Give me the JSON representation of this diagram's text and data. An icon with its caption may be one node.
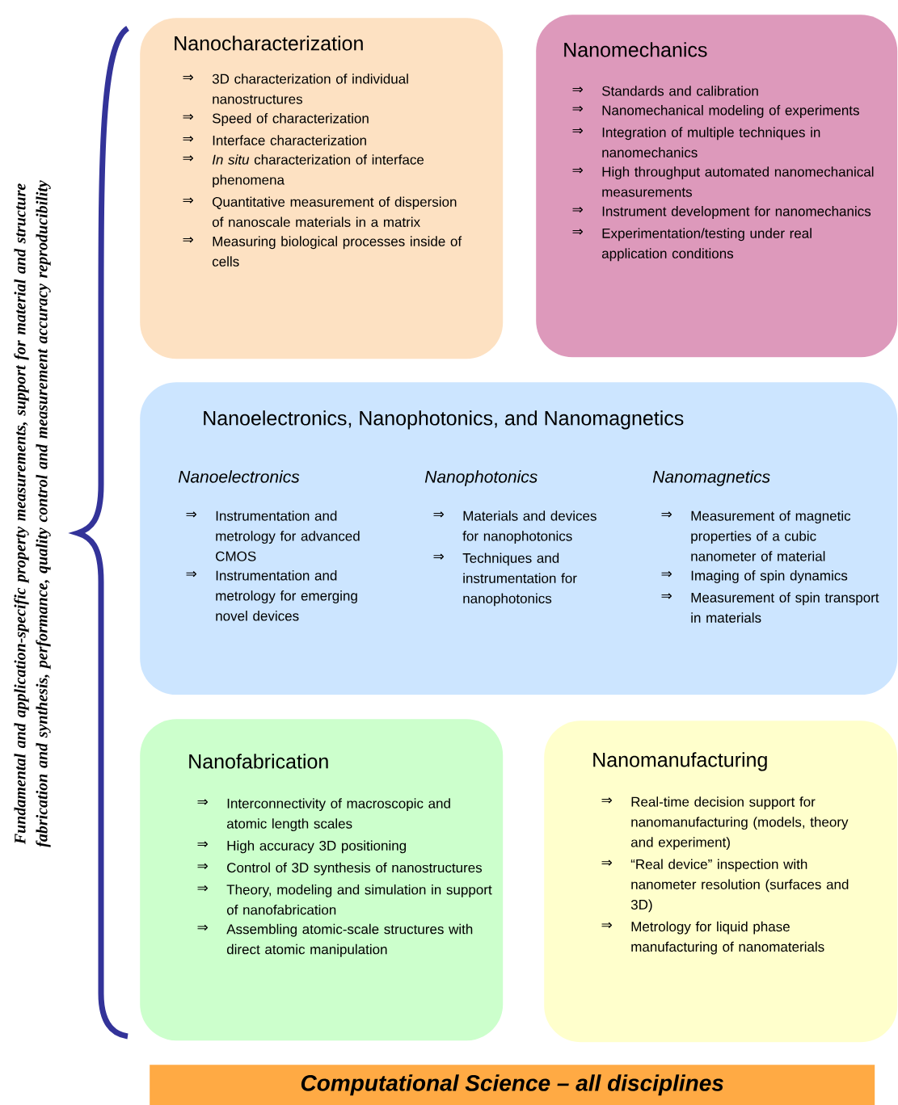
{
  "diagram": {
    "nodes": [
      {
        "text": [
          "Nanocharacterization",
          "⇒",
          "3D characterization of individual nanostructures",
          "⇒",
          "Speed of characterization",
          "⇒",
          "Interface characterization",
          "⇒",
          "*In situ* characterization of interface phenomena",
          "⇒",
          "Quantitative measurement of dispersion of nanoscale materials in a matrix",
          "⇒",
          "Measuring biological processes inside of cells"
        ]
      },
      {
        "text": [
          "Nanomechanics",
          "⇒",
          "Standards and calibration",
          "⇒",
          "Nanomechanical modeling of experiments",
          "⇒",
          "Integration of multiple techniques in nanomechanics",
          "⇒",
          "High throughput automated nanomechanical measurements",
          "⇒",
          "Instrument development for nanomechanics",
          "⇒",
          "Experimentation/testing under real application conditions"
        ]
      },
      {
        "text": [
          "Nanoelectronics, Nanophotonics, and Nanomagnetics",
          "Nanoelectronics",
          "⇒",
          "Instrumentation and metrology for advanced CMOS",
          "⇒",
          "Instrumentation and metrology for emerging novel devices",
          "Nanophotonics",
          "⇒",
          "Materials and devices for nanophotonics",
          "⇒",
          "Techniques and instrumentation for nanophotonics",
          "Nanomagnetics",
          "⇒",
          "Measurement of magnetic properties of a cubic nanometer of material",
          "⇒",
          "Imaging of spin dynamics",
          "⇒",
          "Measurement of spin transport in materials"
        ]
      },
      {
        "text": [
          "Nanofabrication",
          "⇒",
          "Interconnectivity of macroscopic and atomic length scales",
          "⇒",
          "High accuracy 3D positioning",
          "⇒",
          "Control of 3D synthesis of nanostructures",
          "⇒",
          "Theory, modeling and simulation in support of nanofabrication",
          "⇒",
          "Assembling atomic-scale structures with direct atomic manipulation"
        ]
      },
      {
        "text": [
          "Nanomanufacturing",
          "⇒",
          "Real-time decision support for nanomanufacturing (models, theory and experiment)",
          "⇒",
          "“Real device” inspection with nanometer resolution (surfaces and 3D)",
          "⇒",
          "Metrology for liquid phase manufacturing of nanomaterials"
        ]
      },
      {
        "text": [
          "Computational Science – all disciplines"
        ]
      }
    ],
    "edges": [],
    "labels": [
      "Fundamental and application-specific property measurements, support for material and structure fabrication and synthesis, performance, quality control and measurement accuracy reproducibility"
    ]
  }
}
